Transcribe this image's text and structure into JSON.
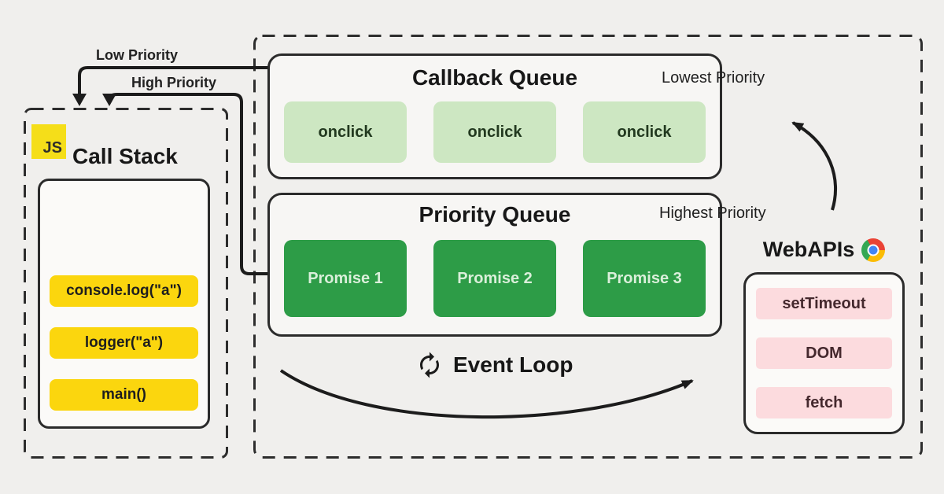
{
  "diagram": {
    "background_color": "#f0efed",
    "line_color": "#1c1c1c",
    "call_stack": {
      "logo_text": "JS",
      "logo_color": "#f5de19",
      "title": "Call Stack",
      "items": [
        "console.log(\"a\")",
        "logger(\"a\")",
        "main()"
      ],
      "item_color": "#fbd60e"
    },
    "callback_queue": {
      "title": "Callback Queue",
      "priority_label": "Lowest Priority",
      "items": [
        "onclick",
        "onclick",
        "onclick"
      ],
      "item_color": "#cde7c2"
    },
    "priority_queue": {
      "title": "Priority Queue",
      "priority_label": "Highest Priority",
      "items": [
        "Promise 1",
        "Promise 2",
        "Promise 3"
      ],
      "item_color": "#2d9c47"
    },
    "web_apis": {
      "title": "WebAPIs",
      "browser_icon": "chrome-icon",
      "items": [
        "setTimeout",
        "DOM",
        "fetch"
      ],
      "item_color": "#fcdbde"
    },
    "event_loop": {
      "label": "Event Loop",
      "icon": "cycle-arrows-icon"
    },
    "arrows": {
      "low_priority_label": "Low Priority",
      "high_priority_label": "High Priority"
    }
  }
}
